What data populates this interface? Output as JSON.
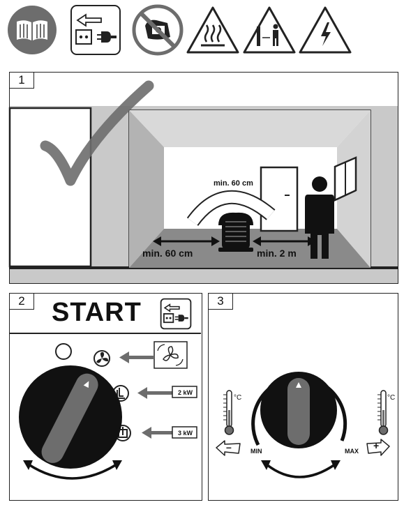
{
  "panels": {
    "p1": {
      "number": "1"
    },
    "p2": {
      "number": "2",
      "title": "START"
    },
    "p3": {
      "number": "3"
    }
  },
  "room": {
    "min_top": "min. 60 cm",
    "min_side": "min. 60 cm",
    "min_front": "min. 2 m"
  },
  "power": {
    "level1": "2 kW",
    "level2": "3 kW"
  },
  "thermo": {
    "unit_left": "°C",
    "unit_right": "°C",
    "min_label": "MIN",
    "max_label": "MAX",
    "minus_sign": "–",
    "plus_sign": "+"
  },
  "colors": {
    "gray_dark": "#6d6d6d",
    "gray_light": "#c9c9c9",
    "gray_floor": "#8a8a8a",
    "black": "#111111"
  }
}
